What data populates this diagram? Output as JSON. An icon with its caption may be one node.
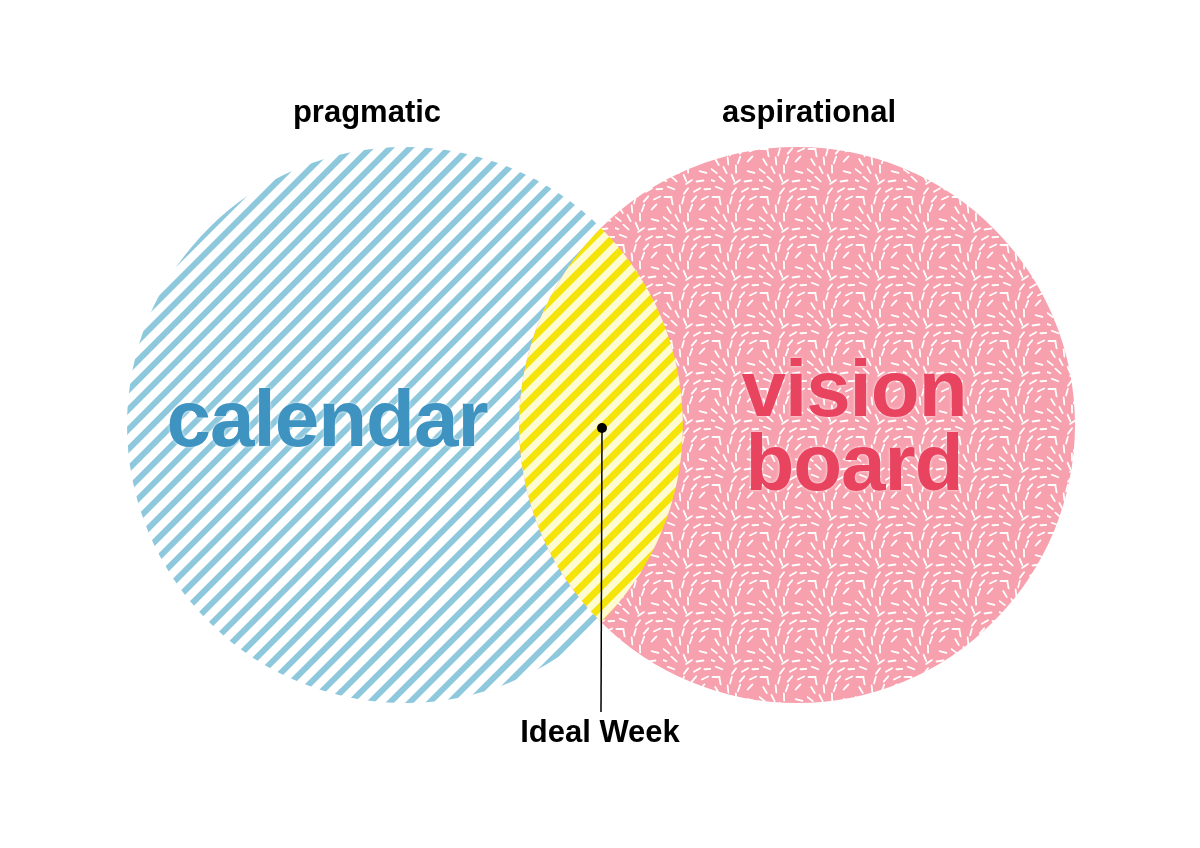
{
  "diagram": {
    "nodes": [
      {
        "text": [
          "pragmatic",
          "calendar"
        ]
      },
      {
        "text": [
          "aspirational",
          "vision board"
        ]
      },
      {
        "text": [],
        "shape": "lens"
      },
      {
        "text": [
          "Ideal Week"
        ]
      }
    ],
    "edges": [
      {
        "from": 3,
        "to": 2,
        "arrow": "other"
      }
    ]
  }
}
